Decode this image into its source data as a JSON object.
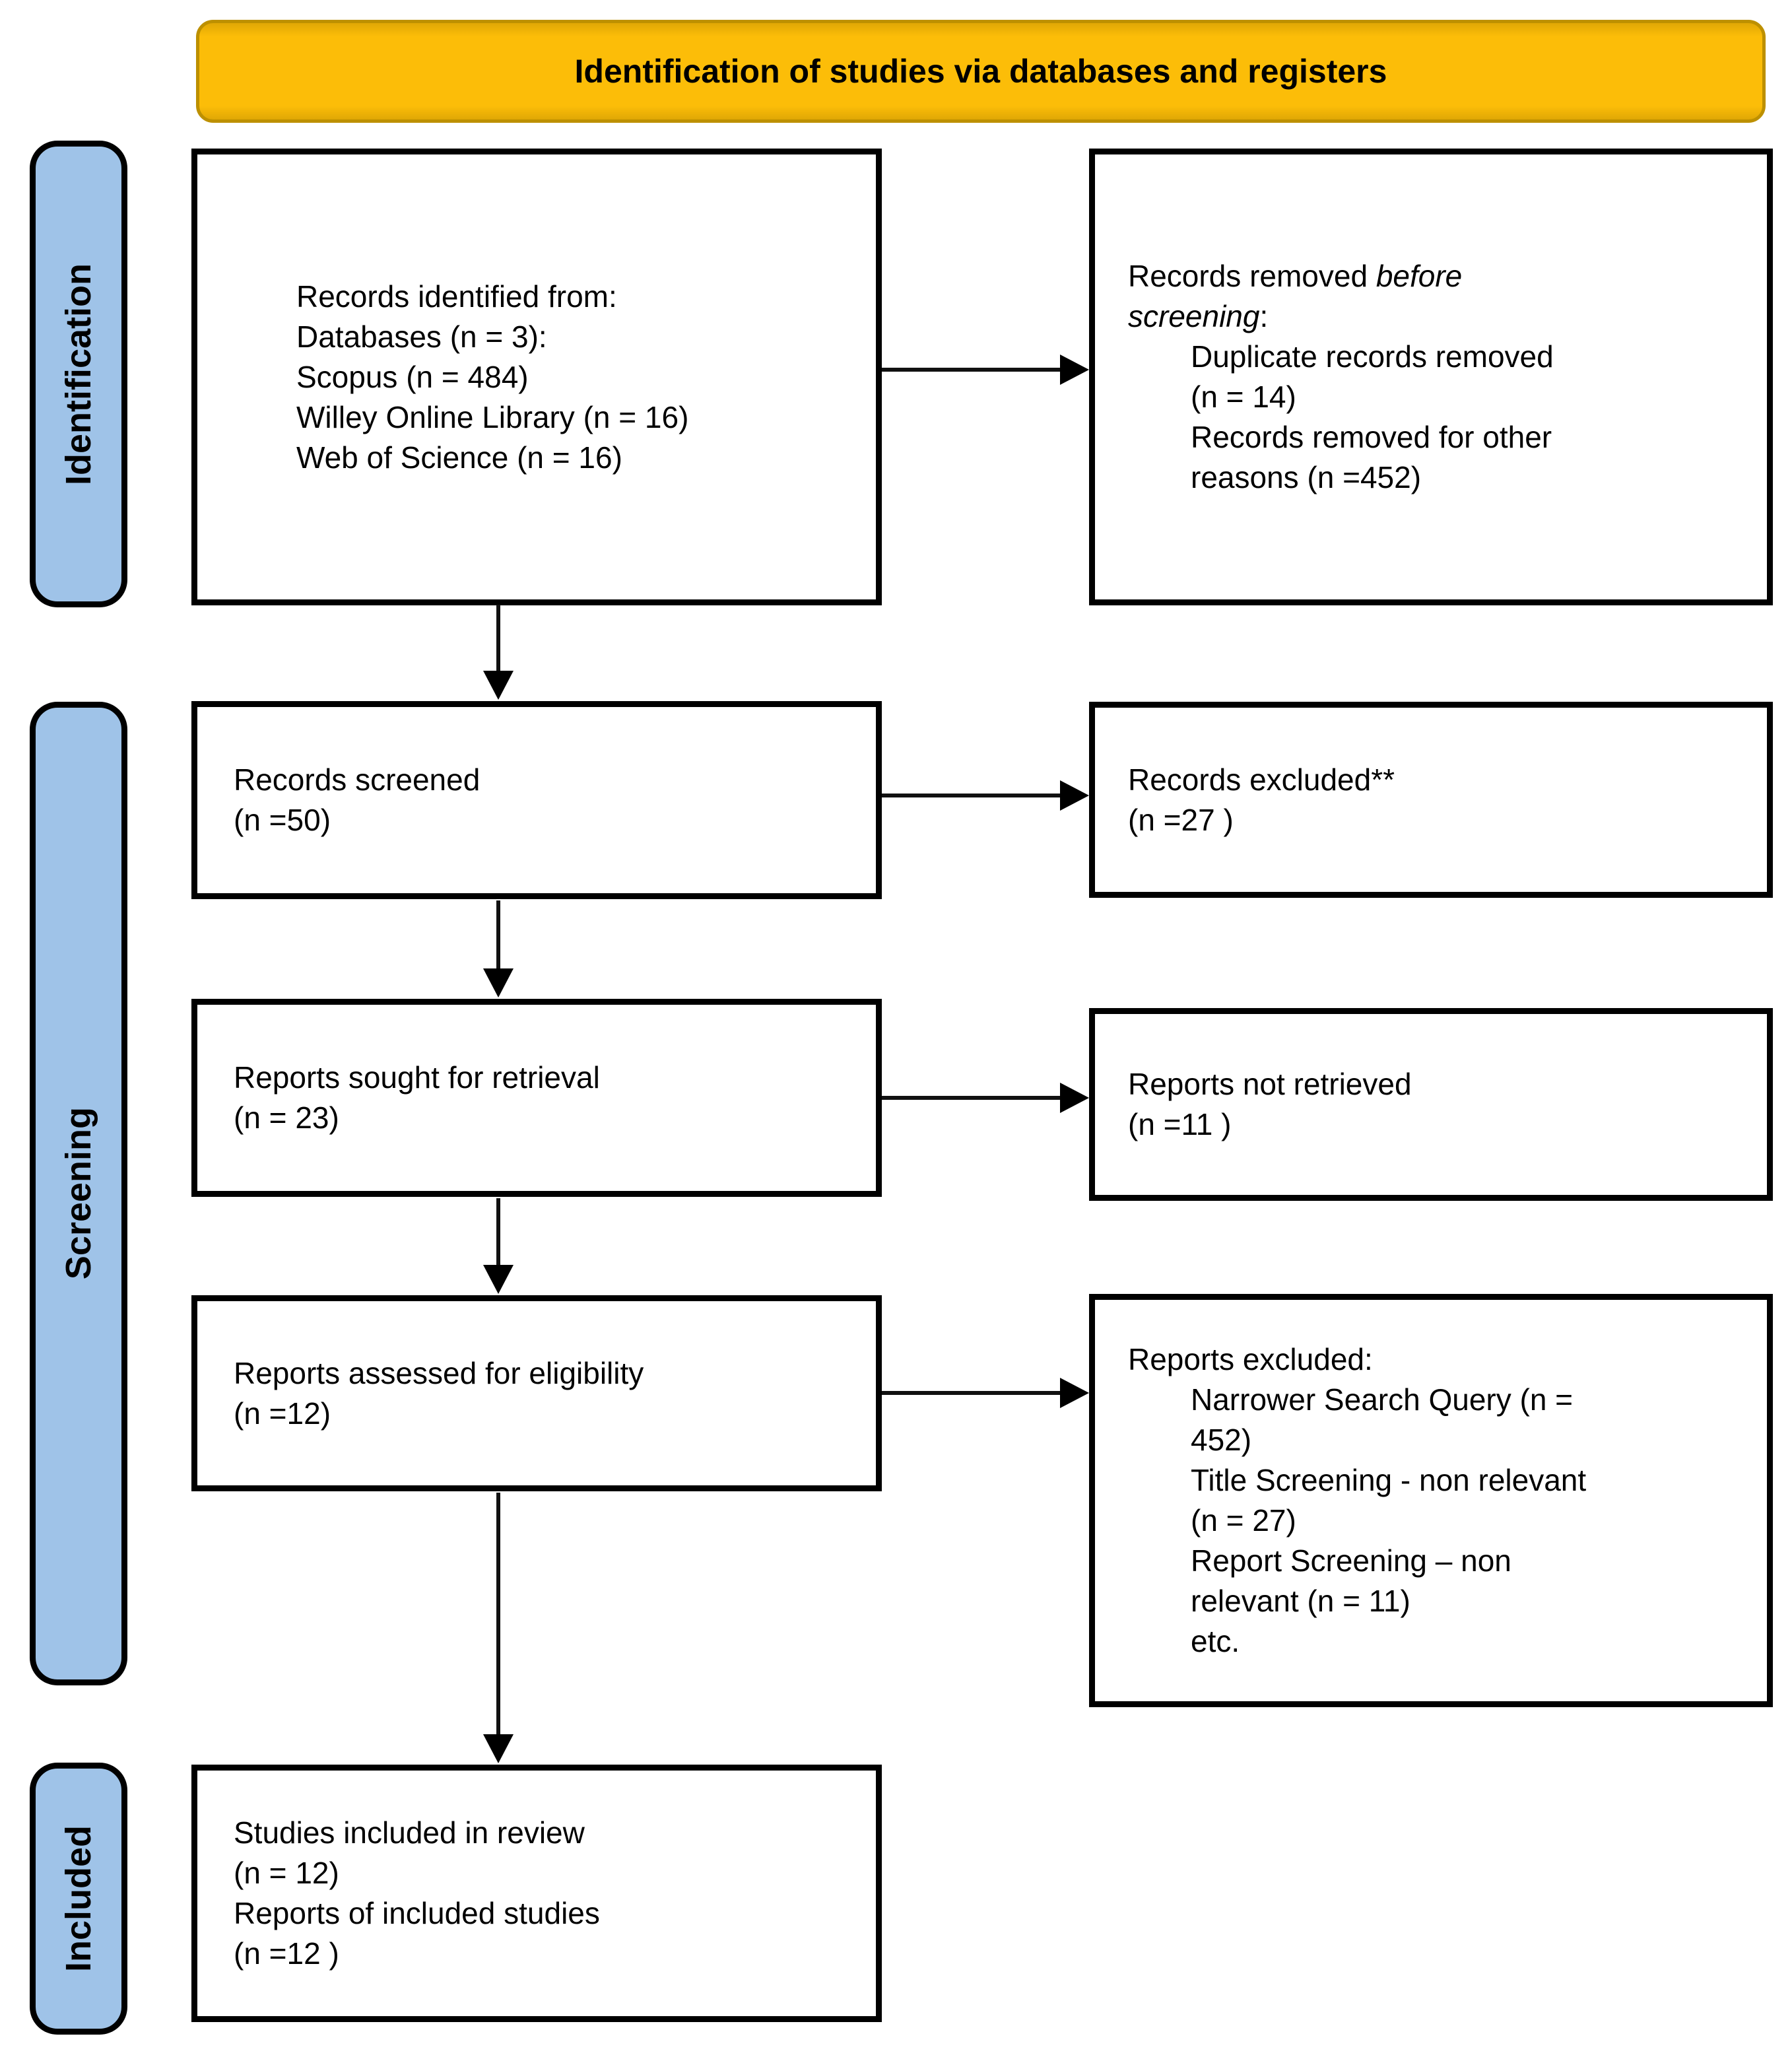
{
  "banner": {
    "title": "Identification of studies via databases and registers"
  },
  "stages": [
    {
      "label": "Identification"
    },
    {
      "label": "Screening"
    },
    {
      "label": "Included"
    }
  ],
  "boxes": {
    "records_identified": {
      "lines": [
        "Records identified from:",
        "Databases (n = 3):",
        "Scopus (n = 484)",
        "Willey Online Library (n = 16)",
        "Web of Science (n = 16)"
      ]
    },
    "records_removed": {
      "line1_normal": "Records removed ",
      "line1_italic": "before",
      "line2_italic": "screening",
      "line2_normal": ":",
      "items": [
        "Duplicate records removed",
        "(n = 14)",
        "Records removed for other",
        "reasons (n =452)"
      ]
    },
    "records_screened": {
      "lines": [
        "Records screened",
        "(n =50)"
      ]
    },
    "records_excluded": {
      "lines": [
        "Records excluded**",
        "(n =27 )"
      ]
    },
    "reports_sought": {
      "lines": [
        "Reports sought for retrieval",
        "(n = 23)"
      ]
    },
    "reports_not_retrieved": {
      "lines": [
        "Reports not retrieved",
        "(n =11 )"
      ]
    },
    "reports_assessed": {
      "lines": [
        "Reports assessed for eligibility",
        "(n =12)"
      ]
    },
    "reports_excluded": {
      "title": "Reports excluded:",
      "items": [
        "Narrower Search Query (n =",
        "452)",
        "Title Screening - non relevant",
        "(n = 27)",
        "Report Screening – non",
        "relevant (n = 11)",
        "etc."
      ]
    },
    "studies_included": {
      "lines": [
        "Studies included in review",
        "(n = 12)",
        "Reports of included studies",
        "(n =12 )"
      ]
    }
  },
  "colors": {
    "banner_fill": "#fcbd08",
    "banner_border": "#bd9000",
    "stage_fill": "#9fc3e8",
    "box_border": "#000000"
  }
}
